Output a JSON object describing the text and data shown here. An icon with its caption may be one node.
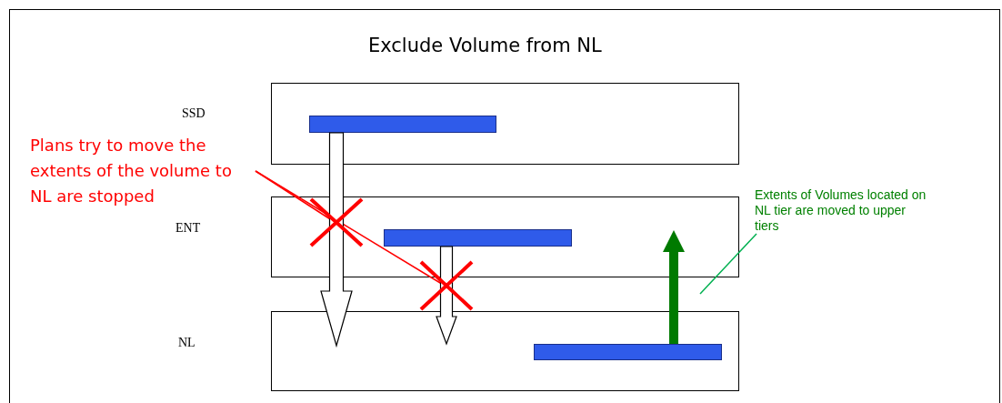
{
  "diagram": {
    "title": "Exclude Volume from NL",
    "nodes": [
      {
        "text": [],
        "shape": "box"
      },
      {
        "text": [],
        "shape": "box"
      },
      {
        "text": [],
        "shape": "box"
      },
      {
        "text": [],
        "shape": "bar",
        "in": 0
      },
      {
        "text": [],
        "shape": "bar",
        "in": 1
      },
      {
        "text": [],
        "shape": "bar",
        "in": 2
      },
      {
        "text": [
          "Plans try to move the extents of the volume to NL are stopped"
        ]
      },
      {
        "text": [],
        "shape": "cross",
        "in": 1
      },
      {
        "text": [],
        "shape": "cross"
      },
      {
        "text": [
          "Extents of Volumes located on NL tier are moved to upper tiers"
        ]
      }
    ],
    "edges": [
      {
        "from": 3,
        "to": 2,
        "arrow": "to"
      },
      {
        "from": 4,
        "to": 2,
        "arrow": "to"
      },
      {
        "from": 5,
        "to": 1,
        "arrow": "to",
        "style": "thick",
        "color": "#007a00"
      },
      {
        "from": 6,
        "to": 7,
        "arrow": "none",
        "color": "#ff0000"
      },
      {
        "from": 6,
        "to": 8,
        "arrow": "none",
        "color": "#ff0000"
      },
      {
        "from": 9,
        "to": null,
        "arrow": "none",
        "color": "#00b050"
      }
    ],
    "labels": [
      "SSD",
      "ENT",
      "NL"
    ]
  }
}
